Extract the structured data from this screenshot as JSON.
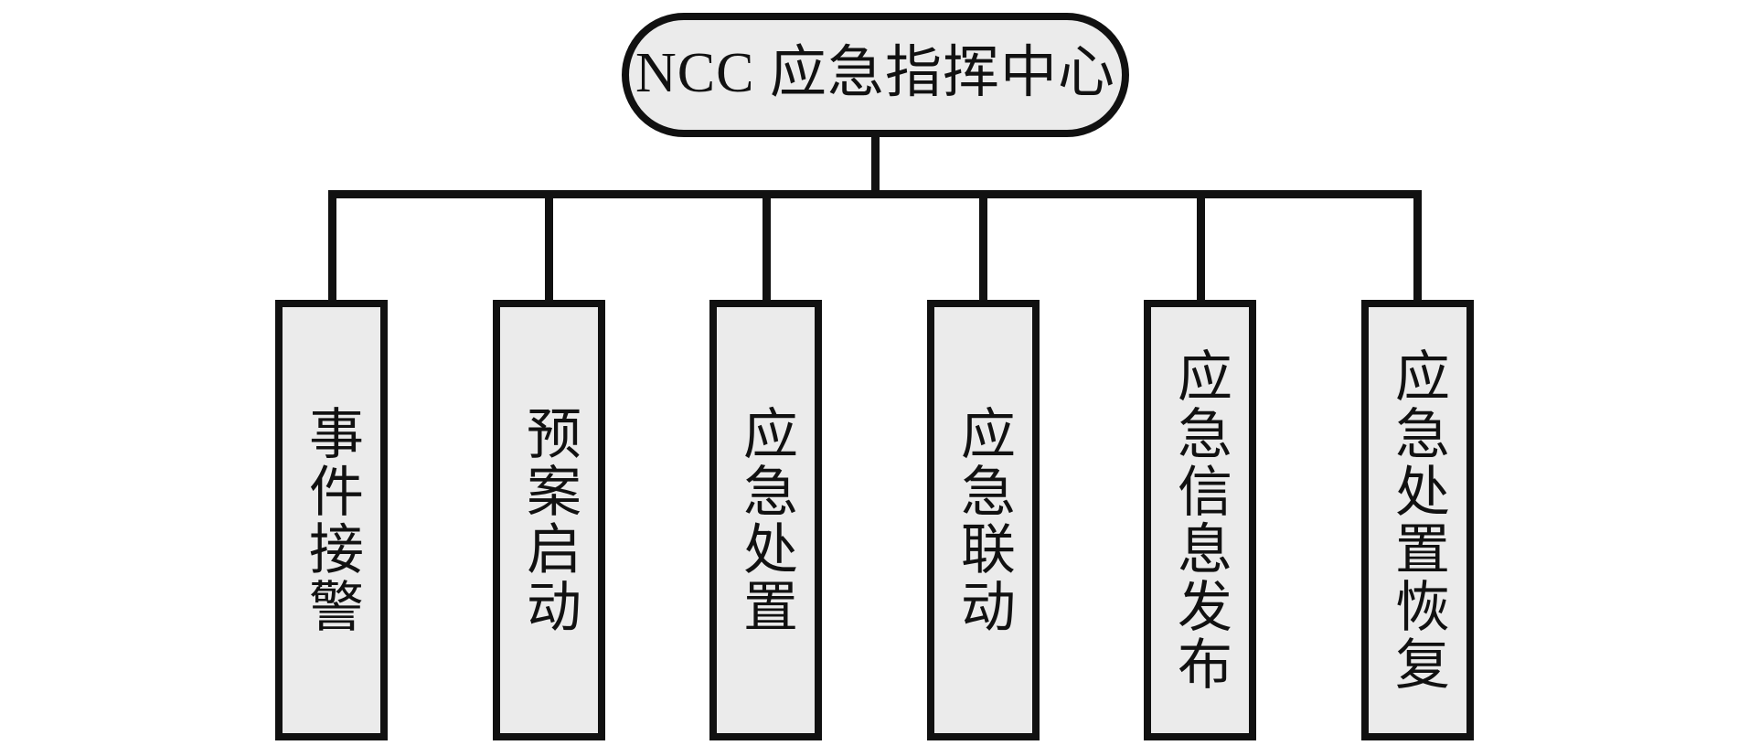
{
  "diagram": {
    "root": {
      "label": "NCC 应急指挥中心"
    },
    "children": [
      {
        "label": "事件接警"
      },
      {
        "label": "预案启动"
      },
      {
        "label": "应急处置"
      },
      {
        "label": "应急联动"
      },
      {
        "label": "应急信息发布"
      },
      {
        "label": "应急处置恢复"
      }
    ],
    "colors": {
      "node_fill": "#ebebeb",
      "stroke": "#111111",
      "background": "#ffffff"
    }
  }
}
